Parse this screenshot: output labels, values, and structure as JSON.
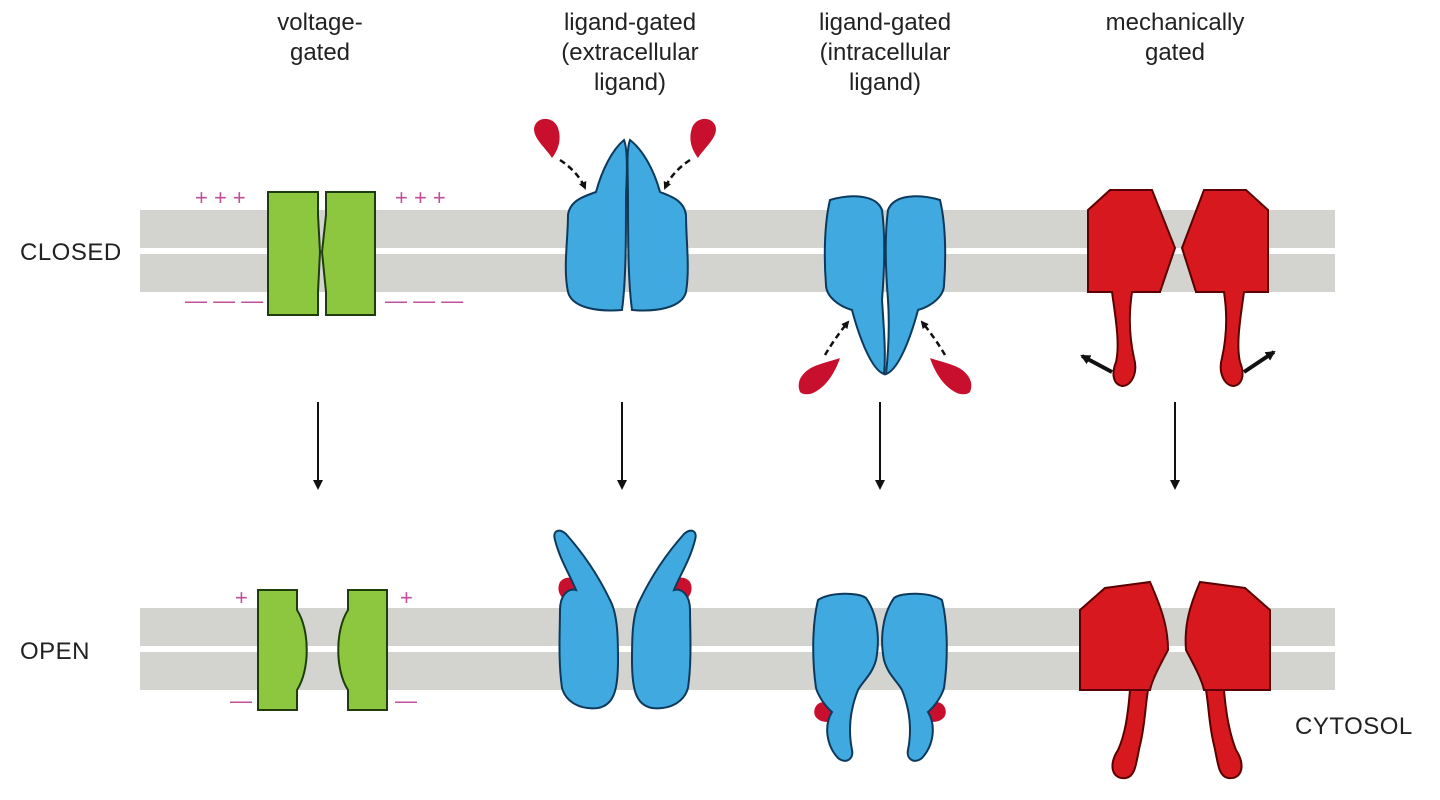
{
  "columns": [
    {
      "id": "voltage",
      "title": "voltage-\ngated"
    },
    {
      "id": "ligand-extra",
      "title": "ligand-gated\n(extracellular\nligand)"
    },
    {
      "id": "ligand-intra",
      "title": "ligand-gated\n(intracellular\nligand)"
    },
    {
      "id": "mechanical",
      "title": "mechanically\ngated"
    }
  ],
  "rows": {
    "closed": "CLOSED",
    "open": "OPEN"
  },
  "region_label": "CYTOSOL",
  "charges": {
    "plus_three": "+ + +",
    "minus_three": "— — —",
    "plus_one": "+",
    "minus_one": "—"
  },
  "colors": {
    "membrane": "#d3d3d0",
    "voltage_channel": "#8dc63f",
    "ligand_channel": "#3fa9e0",
    "mechanical_channel": "#d7191f",
    "ligand": "#c8102e",
    "charge": "#c0509a"
  }
}
